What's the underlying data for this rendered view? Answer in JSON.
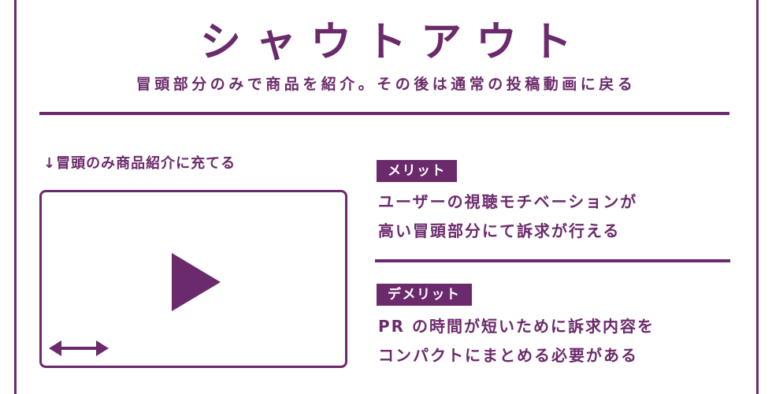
{
  "header": {
    "title": "シャウトアウト",
    "subtitle": "冒頭部分のみで商品を紹介。その後は通常の投稿動画に戻る"
  },
  "left_panel": {
    "caption": "↓冒頭のみ商品紹介に充てる",
    "play_icon": "play-triangle-icon",
    "arrow_icon": "double-headed-arrow-icon"
  },
  "merit": {
    "badge": "メリット",
    "lines": [
      "ユーザーの視聴モチベーションが",
      "高い冒頭部分にて訴求が行える"
    ]
  },
  "demerit": {
    "badge": "デメリット",
    "lines": [
      "PR の時間が短いために訴求内容を",
      "コンパクトにまとめる必要がある"
    ]
  },
  "colors": {
    "accent": "#6b2a6b",
    "background": "#ffffff",
    "badge_text": "#ffffff"
  }
}
